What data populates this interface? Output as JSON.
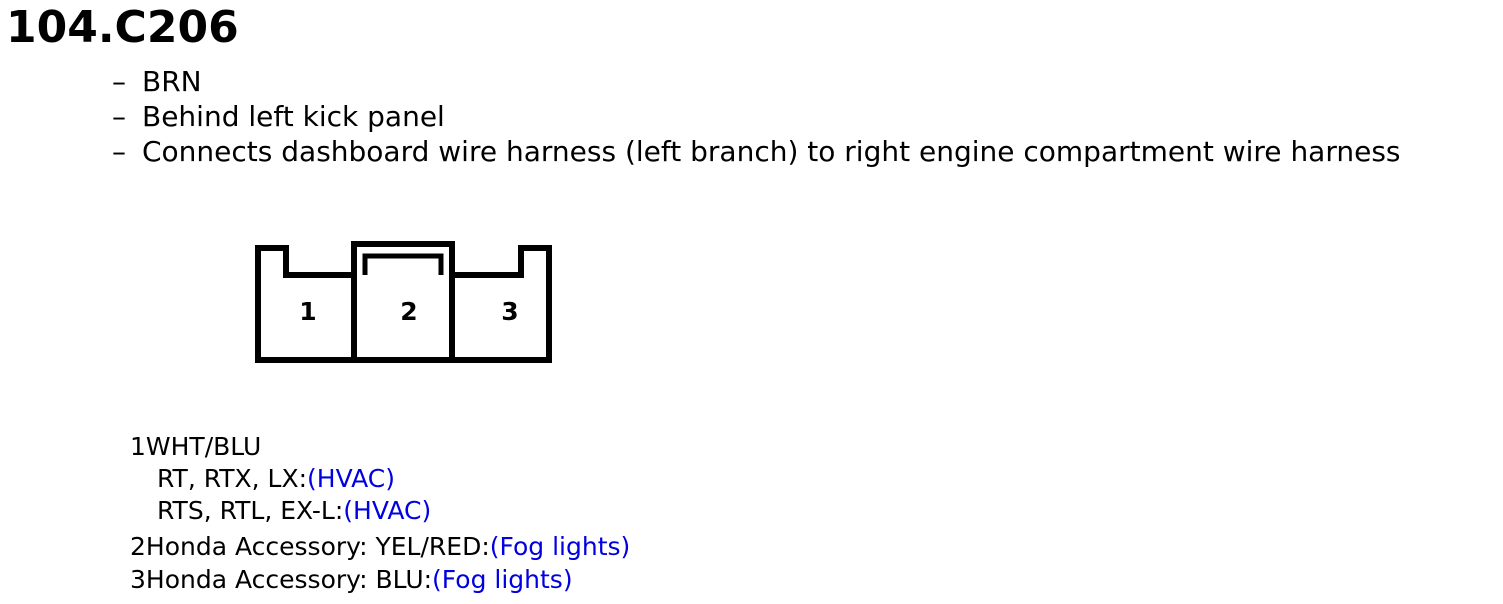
{
  "title": "104.C206",
  "bullets": [
    {
      "dash": "–",
      "text": "BRN"
    },
    {
      "dash": "–",
      "text": "Behind left kick panel"
    },
    {
      "dash": "–",
      "text": "Connects dashboard wire harness (left branch) to right engine compartment wire harness"
    }
  ],
  "connector": {
    "terminals": [
      "1",
      "2",
      "3"
    ]
  },
  "pins": {
    "p1": {
      "num": "1",
      "wire": "WHT/BLU",
      "variants": [
        {
          "models": "RT, RTX, LX:",
          "note": "(HVAC)"
        },
        {
          "models": "RTS, RTL, EX-L:",
          "note": "(HVAC)"
        }
      ]
    },
    "p2": {
      "num": "2",
      "text": "Honda Accessory: YEL/RED:",
      "note": "(Fog lights)"
    },
    "p3": {
      "num": "3",
      "text": "Honda Accessory: BLU:",
      "note": "(Fog lights)"
    }
  },
  "colors": {
    "text": "#000000",
    "note": "#0000e0",
    "background": "#ffffff"
  }
}
